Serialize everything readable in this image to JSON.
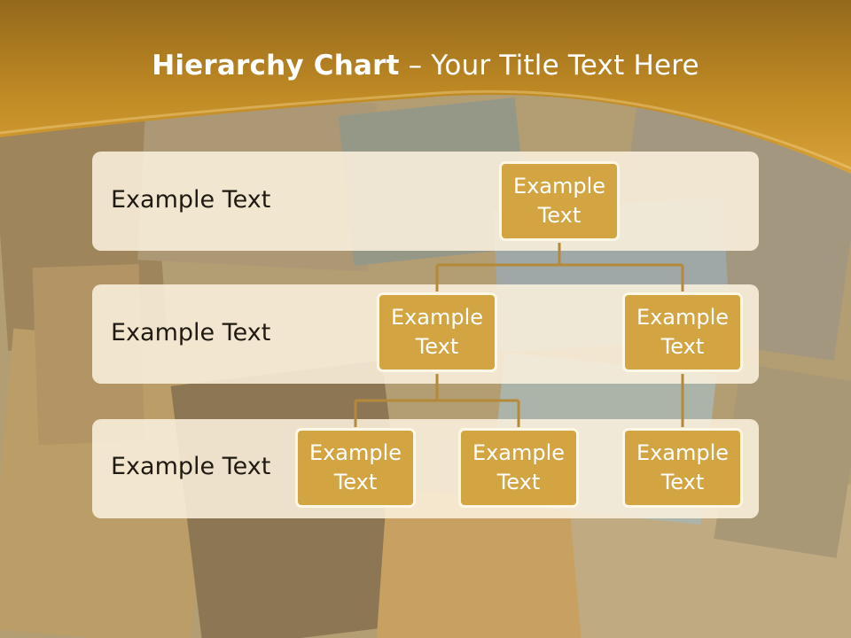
{
  "title": {
    "bold": "Hierarchy Chart",
    "rest": " – Your Title Text Here"
  },
  "bands": [
    {
      "label": "Example Text"
    },
    {
      "label": "Example Text"
    },
    {
      "label": "Example Text"
    }
  ],
  "nodes": {
    "root": "Example Text",
    "level2_left": "Example Text",
    "level2_right": "Example Text",
    "level3_left": "Example Text",
    "level3_middle": "Example Text",
    "level3_right": "Example Text"
  },
  "colors": {
    "header_gold": "#c38a20",
    "node_fill": "#d2a442",
    "node_border": "#fff7e6",
    "connector": "#b48a3a",
    "band_fill": "#faf0dd"
  }
}
